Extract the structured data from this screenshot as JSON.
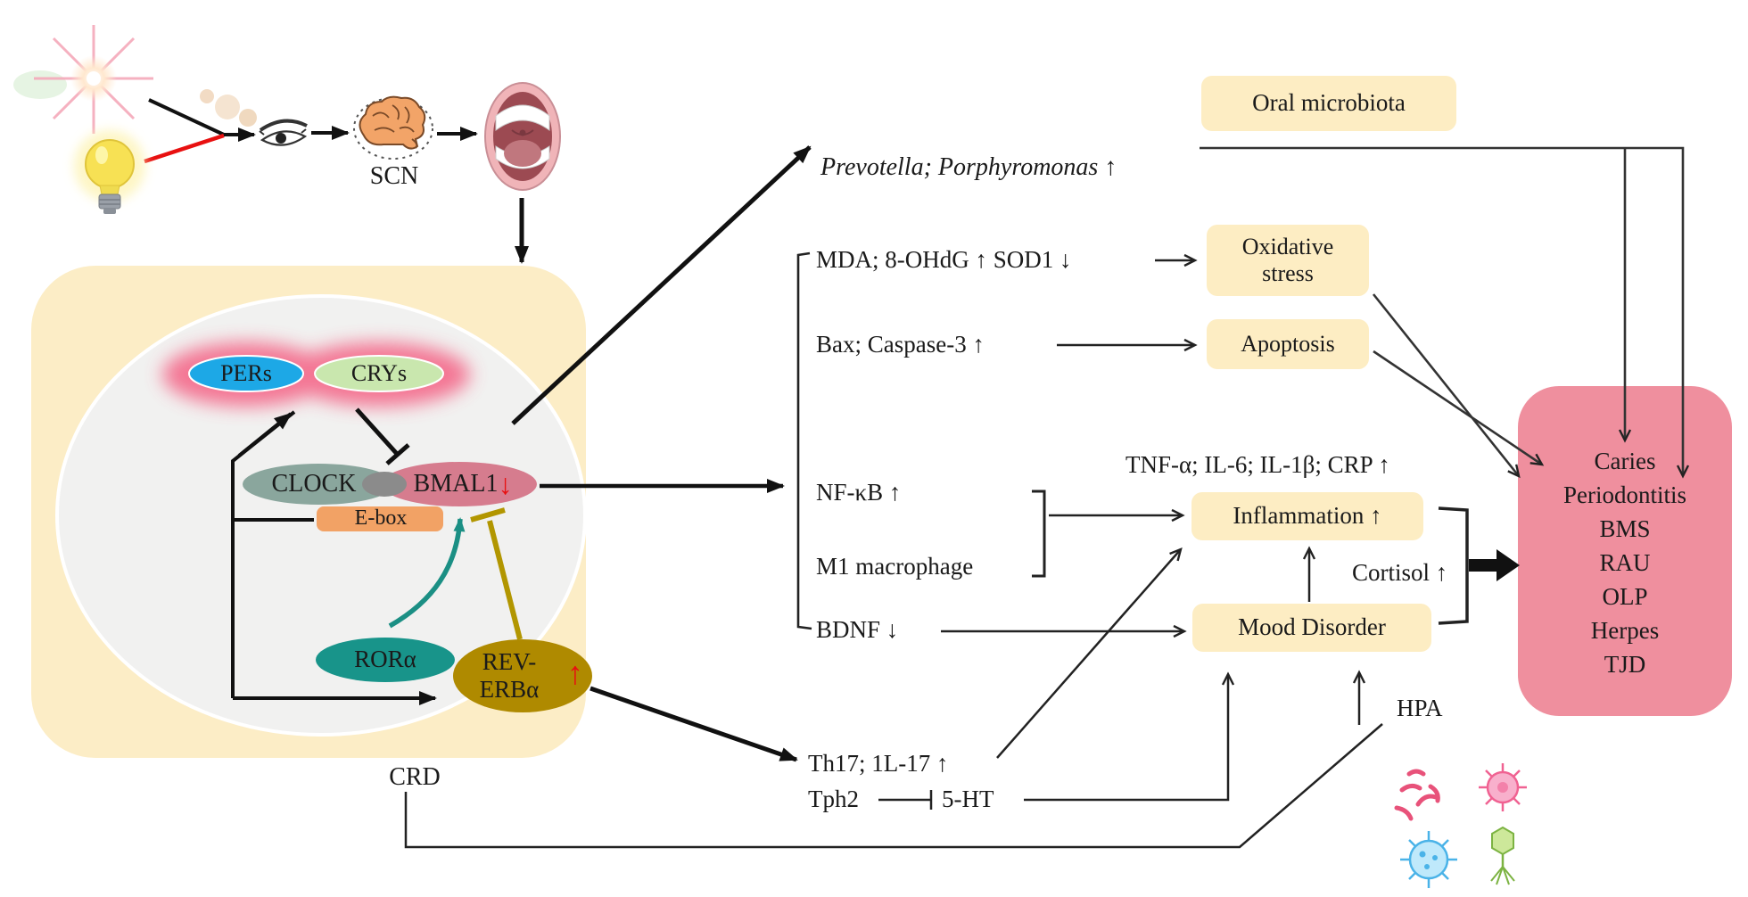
{
  "input_chain": {
    "scn_label": "SCN"
  },
  "clock_machinery": {
    "pers": "PERs",
    "crys": "CRYs",
    "clock": "CLOCK",
    "bmal1": "BMAL1",
    "bmal1_arrow": "↓",
    "ebox": "E-box",
    "rora": "RORα",
    "rev_erb_line1": "REV-",
    "rev_erb_line2": "ERBα",
    "rev_erb_arrow": "↑",
    "crd": "CRD"
  },
  "mediators": {
    "prevotella_italic": "Prevotella; Porphyromonas",
    "prevotella_arrow": " ↑",
    "mda": "MDA; 8-OHdG ↑ SOD1 ↓",
    "bax": "Bax; Caspase-3 ↑",
    "nfkb": "NF-κB ↑",
    "m1_macrophage": "M1 macrophage",
    "bdnf": "BDNF ↓",
    "tnf": "TNF-α; IL-6; IL-1β; CRP ↑",
    "cortisol": "Cortisol ↑",
    "hpa": "HPA",
    "th17": "Th17; 1L-17 ↑",
    "tph2": "Tph2",
    "five_ht": "5-HT"
  },
  "outcome_boxes": {
    "oral_microbiota": "Oral microbiota",
    "oxidative_line1": "Oxidative",
    "oxidative_line2": "stress",
    "apoptosis": "Apoptosis",
    "inflammation": "Inflammation ↑",
    "mood_disorder": "Mood Disorder"
  },
  "disease_box": {
    "items": [
      "Caries",
      "Periodontitis",
      "BMS",
      "RAU",
      "OLP",
      "Herpes",
      "TJD"
    ]
  },
  "colors": {
    "cell_bg": "#fcedc6",
    "cytoplasm": "#f1f1f0",
    "label_box": "#fdedc3",
    "disease_box": "#ef8f9e",
    "pers": "#1da8e6",
    "crys": "#c9e7ae",
    "clock": "#8aa69d",
    "bmal1": "#d67c8e",
    "ebox": "#f2a265",
    "rora": "#18948a",
    "rev_erb": "#af8a00",
    "glow": "#f4597e",
    "teal_arrow": "#1b8f84",
    "olive_arrow": "#b29600",
    "red": "#e81010"
  }
}
